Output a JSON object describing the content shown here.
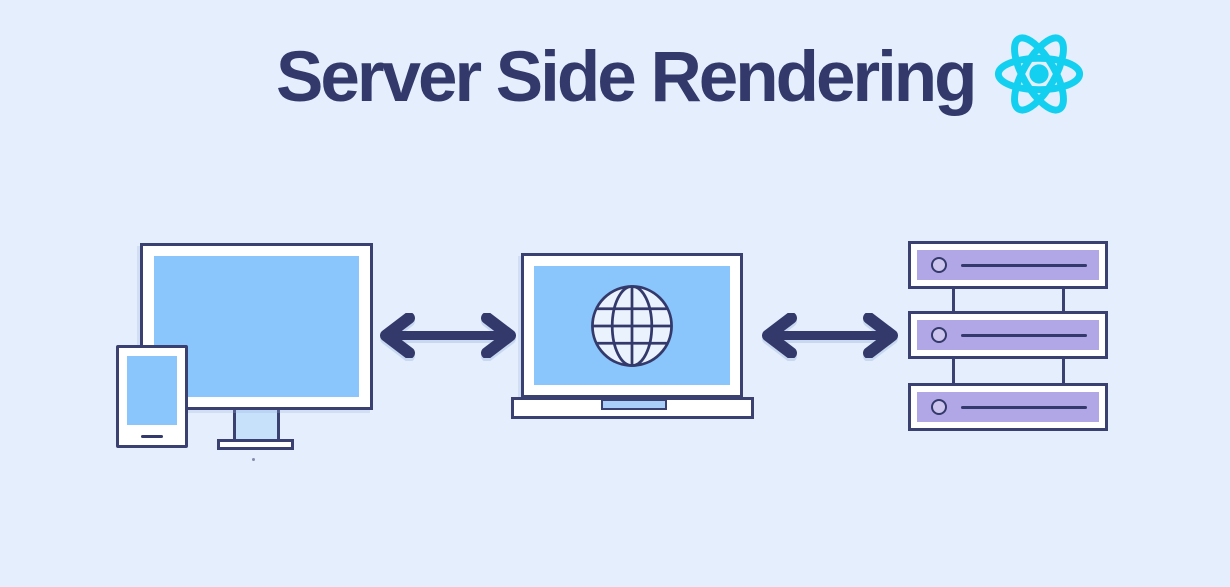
{
  "header": {
    "title": "Server Side Rendering",
    "logo": "react-atom"
  },
  "colors": {
    "background": "#e4eefc",
    "navy": "#333a6b",
    "outline": "#3a4170",
    "screen_blue": "#8ac6fc",
    "stand_blue": "#c7e1fb",
    "notch_blue": "#a9cff8",
    "globe_fill": "#eaf2fd",
    "server_purple": "#b1a6e6",
    "server_led_fill": "#cdc5ee",
    "react_cyan": "#14d0f0"
  },
  "diagram": {
    "nodes": [
      {
        "id": "client-devices",
        "description": "desktop monitor with smartphone",
        "icons": [
          "monitor-icon",
          "smartphone-icon"
        ]
      },
      {
        "id": "web-browser",
        "description": "laptop with globe on screen",
        "icons": [
          "laptop-icon",
          "globe-icon"
        ]
      },
      {
        "id": "server",
        "description": "server rack with three stacked units",
        "icons": [
          "server-rack-icon"
        ],
        "unit_count": 3
      }
    ],
    "connections": [
      {
        "from": "client-devices",
        "to": "web-browser",
        "style": "double-headed-arrow"
      },
      {
        "from": "web-browser",
        "to": "server",
        "style": "double-headed-arrow"
      }
    ]
  }
}
